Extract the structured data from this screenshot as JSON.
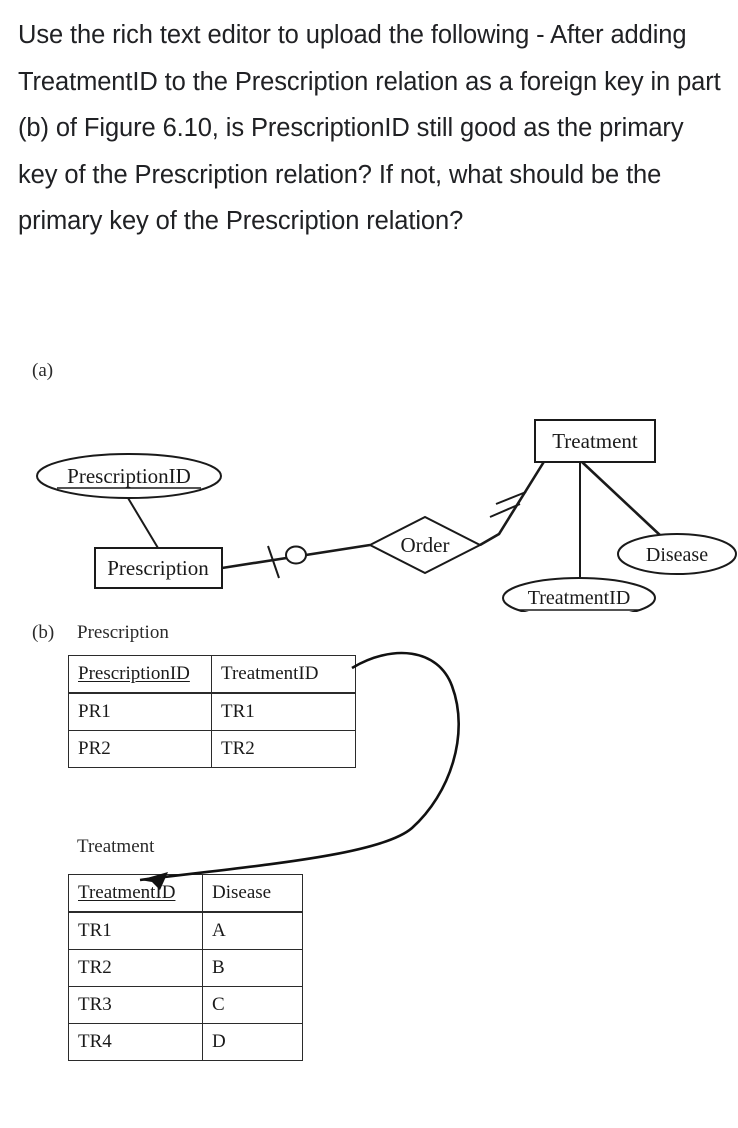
{
  "question": {
    "text": "Use the rich text editor to upload the following - After adding TreatmentID to the Prescription relation as a foreign key in part (b) of Figure 6.10, is PrescriptionID still good as the primary key of the Prescription relation? If not, what should be the primary key of the Prescription relation?"
  },
  "figure": {
    "part_a": {
      "label": "(a)",
      "entities": [
        {
          "name": "Prescription",
          "shape": "rectangle"
        },
        {
          "name": "Treatment",
          "shape": "rectangle"
        }
      ],
      "relationships": [
        {
          "name": "Order",
          "shape": "diamond"
        }
      ],
      "attributes": [
        {
          "name": "PrescriptionID",
          "shape": "ellipse",
          "primary_key": true
        },
        {
          "name": "TreatmentID",
          "shape": "ellipse",
          "primary_key": true
        },
        {
          "name": "Disease",
          "shape": "ellipse",
          "primary_key": false
        }
      ],
      "cardinality": [
        {
          "end": "Prescription-Order",
          "notation": "zero-or-one"
        },
        {
          "end": "Order-Treatment",
          "notation": "exactly-one"
        }
      ]
    },
    "part_b": {
      "label": "(b)",
      "prescription": {
        "title": "Prescription",
        "columns": [
          "PrescriptionID",
          "TreatmentID"
        ],
        "primary_key_columns": [
          "PrescriptionID"
        ],
        "rows": [
          [
            "PR1",
            "TR1"
          ],
          [
            "PR2",
            "TR2"
          ]
        ]
      },
      "treatment": {
        "title": "Treatment",
        "columns": [
          "TreatmentID",
          "Disease"
        ],
        "primary_key_columns": [
          "TreatmentID"
        ],
        "rows": [
          [
            "TR1",
            "A"
          ],
          [
            "TR2",
            "B"
          ],
          [
            "TR3",
            "C"
          ],
          [
            "TR4",
            "D"
          ]
        ]
      },
      "foreign_key_arrow": {
        "from": "Prescription.TreatmentID",
        "to": "Treatment.TreatmentID"
      }
    }
  },
  "colors": {
    "background": "#ffffff",
    "text": "#202124",
    "diagram_stroke": "#1a1a1a"
  }
}
